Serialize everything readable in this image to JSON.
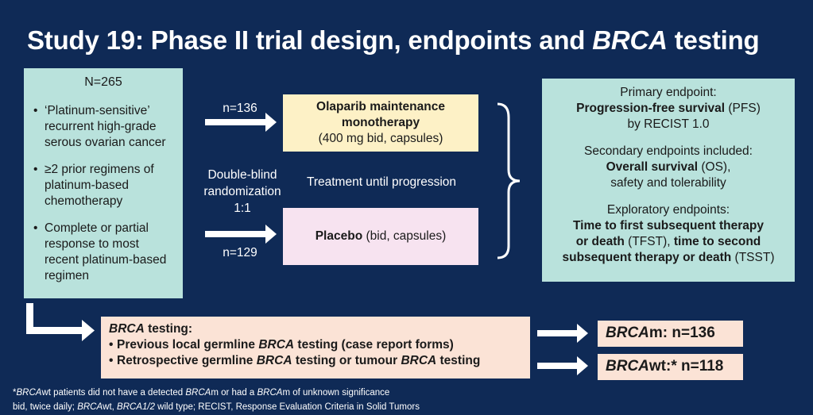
{
  "title": {
    "part1": "Study 19: Phase II trial design, endpoints and ",
    "part2_italic": "BRCA",
    "part3": " testing"
  },
  "population": {
    "n": "N=265",
    "bullets": [
      "‘Platinum-sensitive’ recurrent high-grade serous ovarian cancer",
      "≥2 prior regimens of platinum-based chemotherapy",
      "Complete or partial response to most recent platinum-based regimen"
    ]
  },
  "arms": {
    "olaparib_n": "n=136",
    "olaparib_title": "Olaparib maintenance monotherapy",
    "olaparib_detail": "(400 mg bid, capsules)",
    "placebo_n": "n=129",
    "placebo_title": "Placebo",
    "placebo_detail": " (bid, capsules)"
  },
  "randomization": {
    "line1": "Double-blind",
    "line2": "randomization",
    "line3": "1:1"
  },
  "treatment": "Treatment until progression",
  "endpoints": {
    "primary_label": "Primary endpoint:",
    "primary_bold": "Progression-free survival",
    "primary_rest": " (PFS)",
    "primary_line3": "by RECIST 1.0",
    "secondary_label": "Secondary endpoints included:",
    "secondary_bold": "Overall survival",
    "secondary_rest": " (OS),",
    "secondary_line3": "safety and tolerability",
    "exploratory_label": "Exploratory endpoints:",
    "exploratory_bold1": "Time to first subsequent therapy",
    "exploratory_bold2": "or death",
    "exploratory_mid": " (TFST), ",
    "exploratory_bold3": "time to second",
    "exploratory_bold4": "subsequent therapy or death",
    "exploratory_end": " (TSST)"
  },
  "brca_testing": {
    "heading_italic": "BRCA",
    "heading_rest": " testing:",
    "item1_pre": "Previous local germline ",
    "item1_ital": "BRCA",
    "item1_post": " testing (case report forms)",
    "item2_pre": "Retrospective germline ",
    "item2_ital": "BRCA",
    "item2_mid": " testing or tumour ",
    "item2_ital2": "BRCA",
    "item2_post": " testing"
  },
  "results": {
    "m_ital": "BRCA",
    "m_rest": "m: n=136",
    "wt_ital": "BRCA",
    "wt_rest": "wt:* n=118"
  },
  "footnote": {
    "line1_a": "*",
    "line1_b": "BRCA",
    "line1_c": "wt patients did not have a detected ",
    "line1_d": "BRCA",
    "line1_e": "m or had a ",
    "line1_f": "BRCA",
    "line1_g": "m of unknown significance",
    "line2_a": "bid, twice daily; ",
    "line2_b": "BRCA",
    "line2_c": "wt, ",
    "line2_d": "BRCA1/2",
    "line2_e": " wild type; RECIST, Response Evaluation Criteria in Solid Tumors"
  },
  "colors": {
    "background": "#0f2a56",
    "teal_box": "#b9e2dc",
    "yellow_box": "#fdf1c6",
    "pink_box": "#f7e3f0",
    "peach_box": "#fbe3d6",
    "white": "#ffffff"
  }
}
